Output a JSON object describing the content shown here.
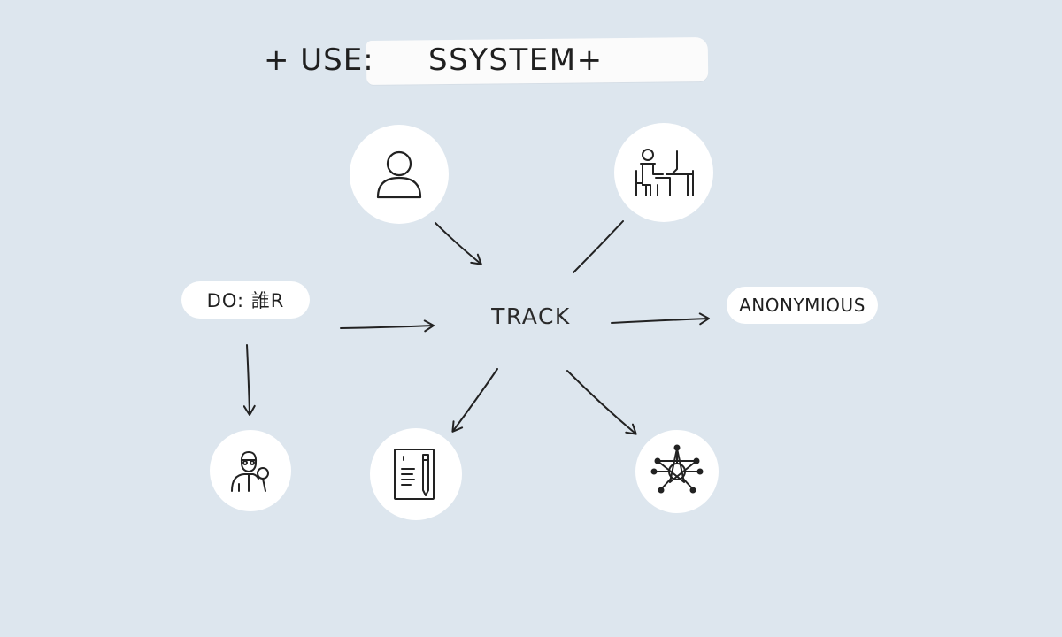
{
  "title": {
    "prefix": "+ USE:",
    "main": "SSYSTEM+"
  },
  "center": {
    "label": "TRACK"
  },
  "pills": {
    "left": "DO: 誰R",
    "right": "ANONYMIOUS"
  },
  "icons": {
    "top_left": "user-icon",
    "top_right": "person-at-desk-icon",
    "bottom_left": "person-with-magnifier-icon",
    "bottom_middle": "document-pen-icon",
    "bottom_right": "network-star-icon"
  },
  "colors": {
    "background": "#dde6ee",
    "node_fill": "#ffffff",
    "ink": "#222222"
  }
}
